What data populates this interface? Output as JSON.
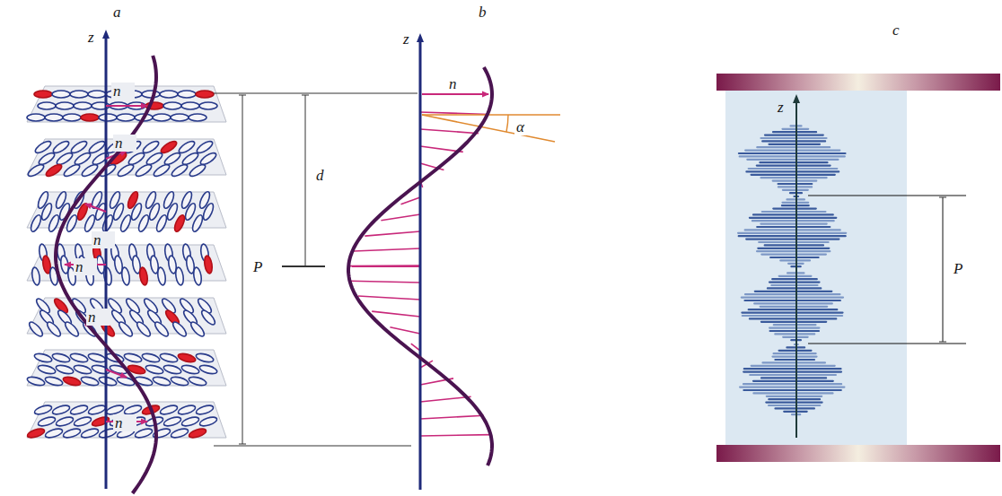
{
  "diagram": {
    "labels": [
      "a",
      "b",
      "c",
      "z",
      "z",
      "z",
      "n⃗",
      "n⃗",
      "n⃗",
      "n⃗",
      "n⃗",
      "n⃗",
      "n⃗",
      "d",
      "P",
      "α",
      "P"
    ]
  }
}
